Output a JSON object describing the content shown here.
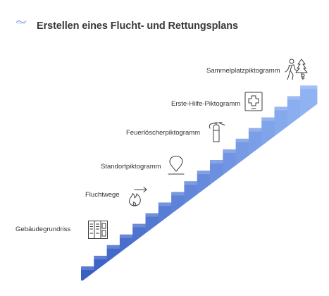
{
  "header": {
    "title": "Erstellen eines Flucht- und Rettungsplans",
    "logo_icon": "small-brand-logo"
  },
  "steps": [
    {
      "label": "Gebäudegrundriss",
      "icon": "floor-plan-icon"
    },
    {
      "label": "Fluchtwege",
      "icon": "fire-escape-route-icon"
    },
    {
      "label": "Standortpiktogramm",
      "icon": "location-pin-icon"
    },
    {
      "label": "Feuerlöscherpiktogramm",
      "icon": "fire-extinguisher-icon"
    },
    {
      "label": "Erste-Hilfe-Piktogramm",
      "icon": "first-aid-kit-icon"
    },
    {
      "label": "Sammelplatzpiktogramm",
      "icon": "assembly-point-icon"
    }
  ],
  "staircase": {
    "color_dark": "#3a5fc4",
    "color_light": "#8fb3f2"
  }
}
